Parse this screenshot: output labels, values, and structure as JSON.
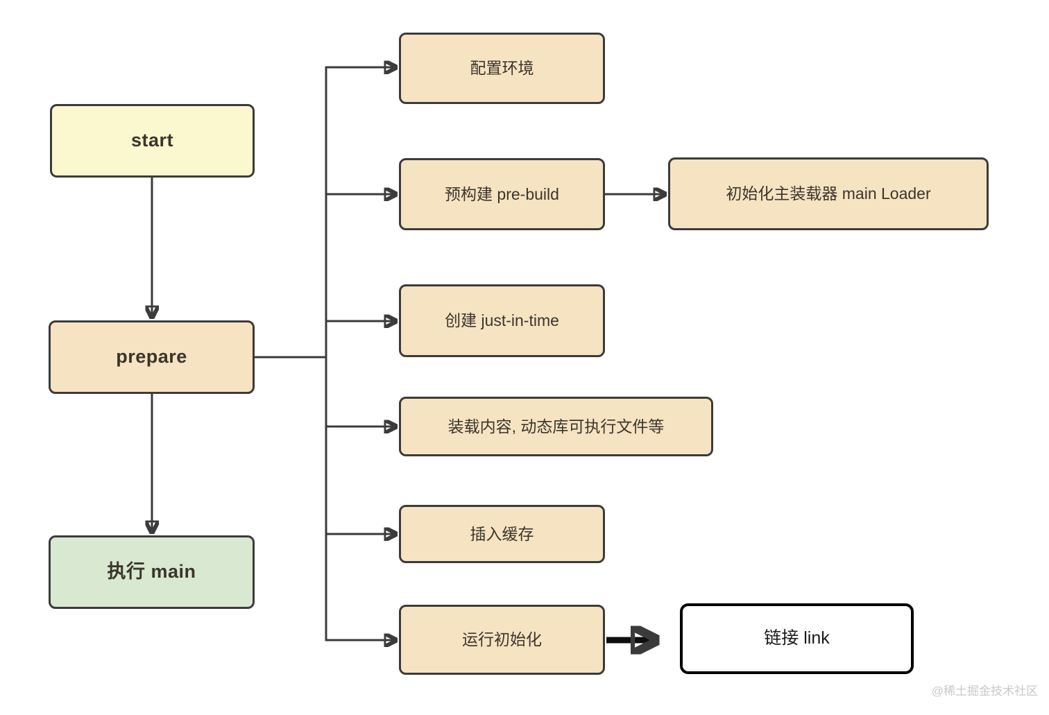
{
  "diagram": {
    "nodes": {
      "start": {
        "label": "start",
        "fill": "#FBF7CE"
      },
      "prepare": {
        "label": "prepare",
        "fill": "#F6E3C2"
      },
      "exec_main": {
        "label": "执行 main",
        "fill": "#D9E8D1"
      },
      "config_env": {
        "label": "配置环境",
        "fill": "#F6E3C2"
      },
      "prebuild": {
        "label": "预构建 pre-build",
        "fill": "#F6E3C2"
      },
      "main_loader": {
        "label": "初始化主装载器 main Loader",
        "fill": "#F6E3C2"
      },
      "jit": {
        "label": "创建 just-in-time",
        "fill": "#F6E3C2"
      },
      "load_content": {
        "label": "装载内容, 动态库可执行文件等",
        "fill": "#F6E3C2"
      },
      "insert_cache": {
        "label": "插入缓存",
        "fill": "#F6E3C2"
      },
      "run_init": {
        "label": "运行初始化",
        "fill": "#F6E3C2"
      },
      "link": {
        "label": "链接 link",
        "fill": "#FFFFFF"
      }
    },
    "colors": {
      "border": "#3B3B3B",
      "connector": "#3B3B3B",
      "bold_arrow": "#0E0E0E",
      "text": "#3A352C",
      "watermark": "#C9C9C9"
    },
    "watermark": "@稀土掘金技术社区"
  }
}
